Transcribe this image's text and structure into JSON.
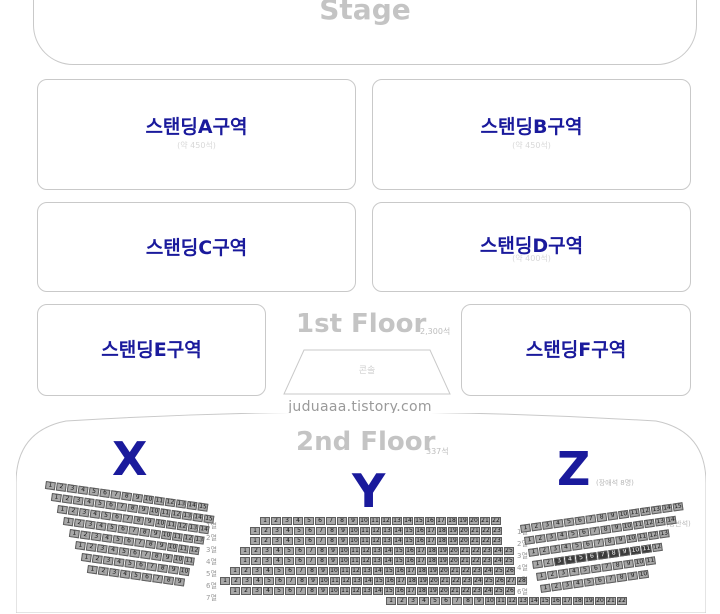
{
  "stage": {
    "label": "Stage"
  },
  "zones": {
    "A": {
      "label": "스탠딩A구역",
      "sub": "(약 450석)"
    },
    "B": {
      "label": "스탠딩B구역",
      "sub": "(약 450석)"
    },
    "C": {
      "label": "스탠딩C구역",
      "sub": ""
    },
    "D": {
      "label": "스탠딩D구역",
      "sub": "(약 400석)"
    },
    "E": {
      "label": "스탠딩E구역",
      "sub": ""
    },
    "F": {
      "label": "스탠딩F구역",
      "sub": ""
    }
  },
  "floor1": {
    "label": "1st Floor",
    "capacity": "2,300석"
  },
  "console": {
    "label": "콘솔"
  },
  "watermark": "juduaaa.tistory.com",
  "floor2": {
    "label": "2nd Floor",
    "capacity": "337석"
  },
  "sections": {
    "x": "X",
    "y": "Y",
    "z": "Z"
  },
  "row_labels": [
    "1열",
    "2열",
    "3열",
    "4열",
    "5열",
    "6열",
    "7열"
  ],
  "side_notes": {
    "z_top": "(장애석 8명)",
    "z_mid": "(동반석)"
  }
}
